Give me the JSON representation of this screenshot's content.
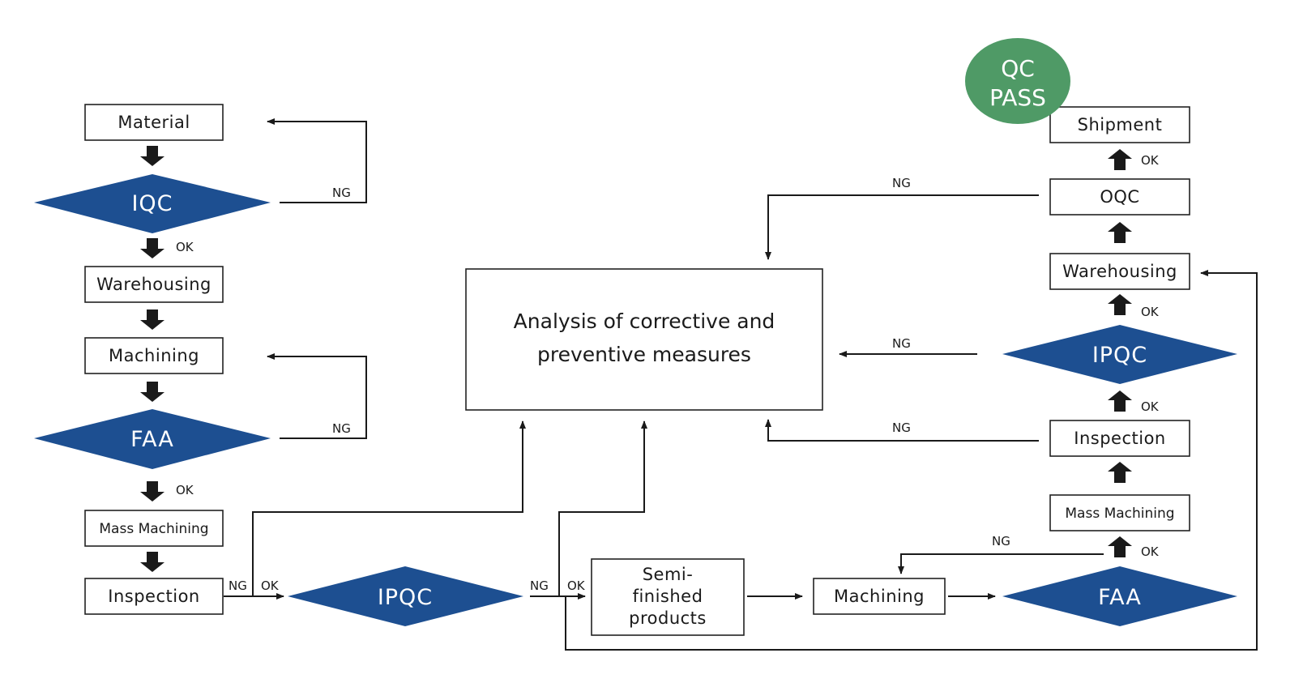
{
  "stamp": {
    "line1": "QC",
    "line2": "PASS",
    "color": "#4f9a66"
  },
  "colors": {
    "diamond": "#1d4f91",
    "line": "#1a1a1a"
  },
  "nodes": {
    "material": "Material",
    "iqc": "IQC",
    "warehousing_left": "Warehousing",
    "machining_left": "Machining",
    "faa_left": "FAA",
    "mass_machining_left": "Mass Machining",
    "inspection_left": "Inspection",
    "ipqc_bottom": "IPQC",
    "semi_line1": "Semi-",
    "semi_line2": "finished",
    "semi_line3": "products",
    "machining_bottom": "Machining",
    "faa_right": "FAA",
    "mass_machining_right": "Mass Machining",
    "inspection_right": "Inspection",
    "ipqc_right": "IPQC",
    "warehousing_right": "Warehousing",
    "oqc": "OQC",
    "shipment": "Shipment",
    "analysis_line1": "Analysis of corrective and",
    "analysis_line2": "preventive measures"
  },
  "labels": {
    "ng": "NG",
    "ok": "OK"
  }
}
